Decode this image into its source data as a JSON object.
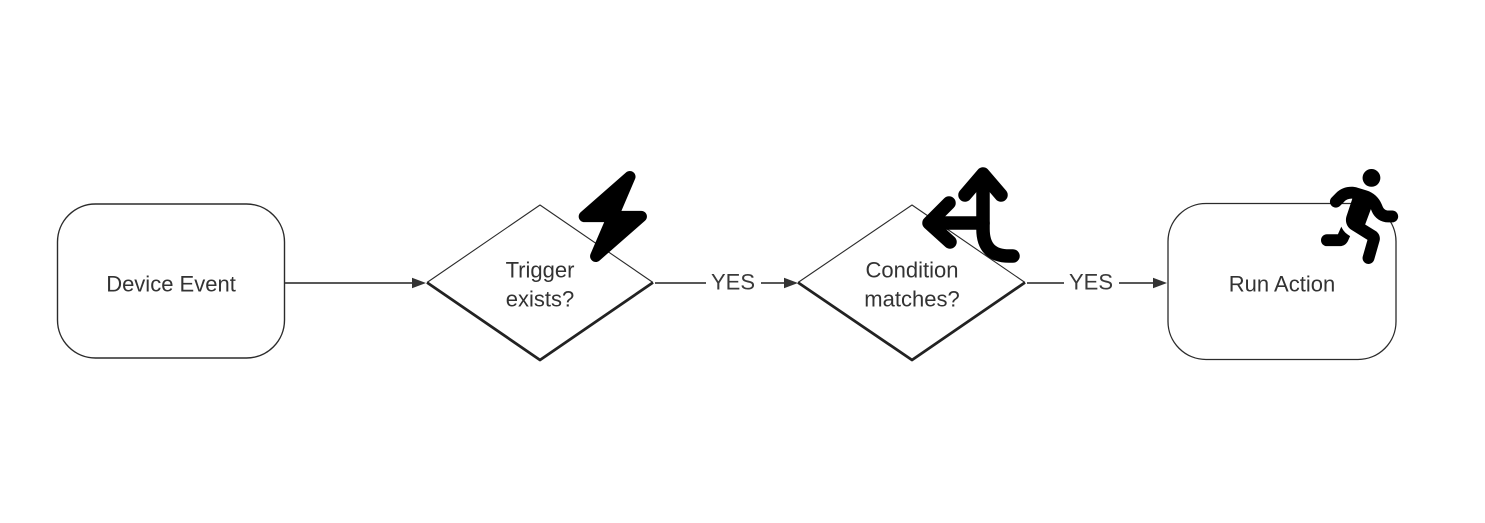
{
  "flowchart": {
    "nodes": [
      {
        "id": "device-event",
        "shape": "rounded-rectangle",
        "label": "Device Event"
      },
      {
        "id": "trigger-exists",
        "shape": "decision-diamond",
        "label_line1": "Trigger",
        "label_line2": "exists?",
        "icon": "lightning-bolt-icon"
      },
      {
        "id": "condition-matches",
        "shape": "decision-diamond",
        "label_line1": "Condition",
        "label_line2": "matches?",
        "icon": "split-arrows-icon"
      },
      {
        "id": "run-action",
        "shape": "rounded-rectangle",
        "label": "Run Action",
        "icon": "running-person-icon"
      }
    ],
    "edges": [
      {
        "from": "device-event",
        "to": "trigger-exists",
        "label": ""
      },
      {
        "from": "trigger-exists",
        "to": "condition-matches",
        "label": "YES"
      },
      {
        "from": "condition-matches",
        "to": "run-action",
        "label": "YES"
      }
    ],
    "colors": {
      "background": "#ffffff",
      "shape_stroke": "#2b2b2b",
      "connector": "#404040",
      "icon": "#000000",
      "text": "#333333"
    }
  }
}
